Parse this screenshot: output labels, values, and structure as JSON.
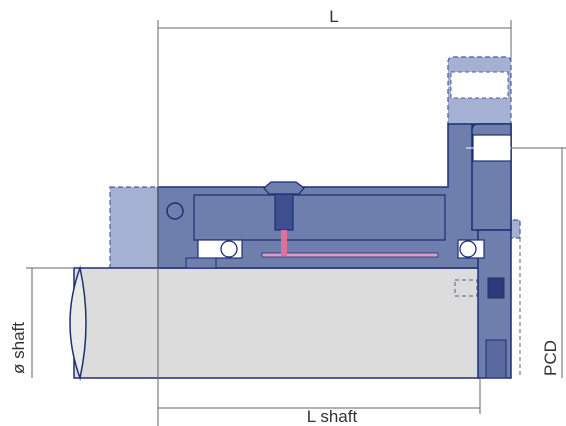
{
  "labels": {
    "overall_length": "L",
    "shaft_diameter": "ø shaft",
    "shaft_length": "L shaft",
    "pitch_circle_diameter": "PCD"
  },
  "colors": {
    "housing_fill": "#6e7fae",
    "housing_stroke": "#1e2f73",
    "ghost_fill": "#a5b1d2",
    "ghost_stroke": "#4b5e98",
    "shaft_fill": "#dcdcdc",
    "shaft_stroke": "#1e2f73",
    "dimension_line": "#666666",
    "nozzle": "#e0709a",
    "bearing_white": "#ffffff"
  }
}
